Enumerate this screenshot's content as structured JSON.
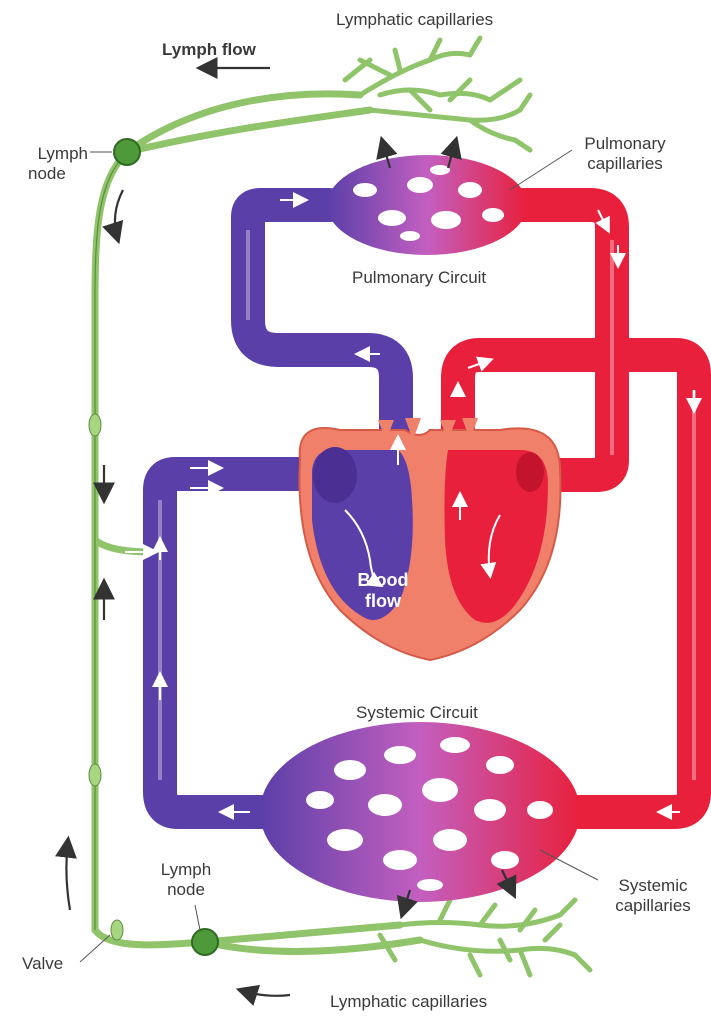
{
  "labels": {
    "lymphatic_capillaries_top": "Lymphatic capillaries",
    "lymph_flow": "Lymph flow",
    "lymph_node_top": [
      "Lymph",
      "node"
    ],
    "pulmonary_capillaries": [
      "Pulmonary",
      "capillaries"
    ],
    "pulmonary_circuit": "Pulmonary Circuit",
    "blood_flow": [
      "Blood",
      "flow"
    ],
    "systemic_circuit": "Systemic Circuit",
    "lymph_node_bottom": [
      "Lymph",
      "node"
    ],
    "systemic_capillaries": [
      "Systemic",
      "capillaries"
    ],
    "valve": "Valve",
    "lymphatic_capillaries_bottom": "Lymphatic capillaries"
  },
  "colors": {
    "oxygen_poor_blood": "#5a3fa8",
    "oxygen_rich_blood": "#e8203c",
    "lymph_vessel": "#8fc46a",
    "lymph_node": "#4e9a3a",
    "capillary_bed": "#c35fc0",
    "heart_wall": "#f0806a",
    "arrow": "#333333"
  }
}
